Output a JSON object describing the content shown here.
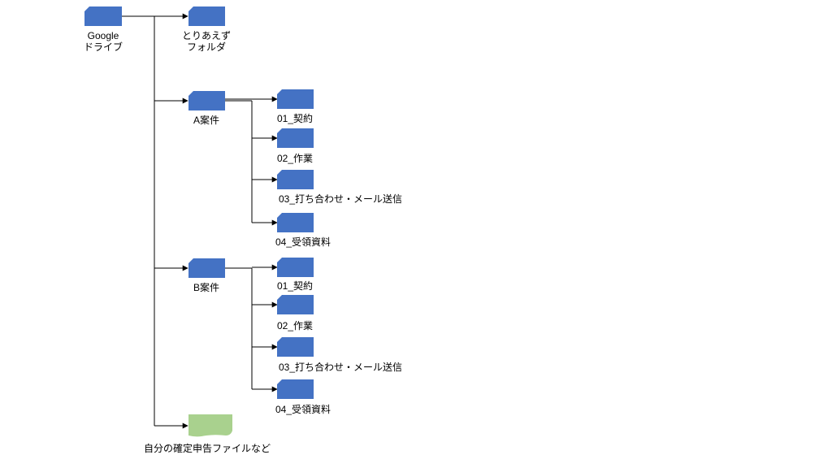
{
  "colors": {
    "folder": "#4472C4",
    "file": "#A9D18E",
    "line": "#000000"
  },
  "nodes": {
    "root": {
      "label": "Google\nドライブ",
      "icon": "folder-icon"
    },
    "temp": {
      "label": "とりあえず\nフォルダ",
      "icon": "folder-icon"
    },
    "case_a": {
      "label": "A案件",
      "icon": "folder-icon",
      "children": [
        {
          "label": "01_契約",
          "icon": "folder-icon"
        },
        {
          "label": "02_作業",
          "icon": "folder-icon"
        },
        {
          "label": "03_打ち合わせ・メール送信",
          "icon": "folder-icon"
        },
        {
          "label": "04_受領資料",
          "icon": "folder-icon"
        }
      ]
    },
    "case_b": {
      "label": "B案件",
      "icon": "folder-icon",
      "children": [
        {
          "label": "01_契約",
          "icon": "folder-icon"
        },
        {
          "label": "02_作業",
          "icon": "folder-icon"
        },
        {
          "label": "03_打ち合わせ・メール送信",
          "icon": "folder-icon"
        },
        {
          "label": "04_受領資料",
          "icon": "folder-icon"
        }
      ]
    },
    "files": {
      "label": "自分の確定申告ファイルなど",
      "icon": "document-icon"
    }
  }
}
